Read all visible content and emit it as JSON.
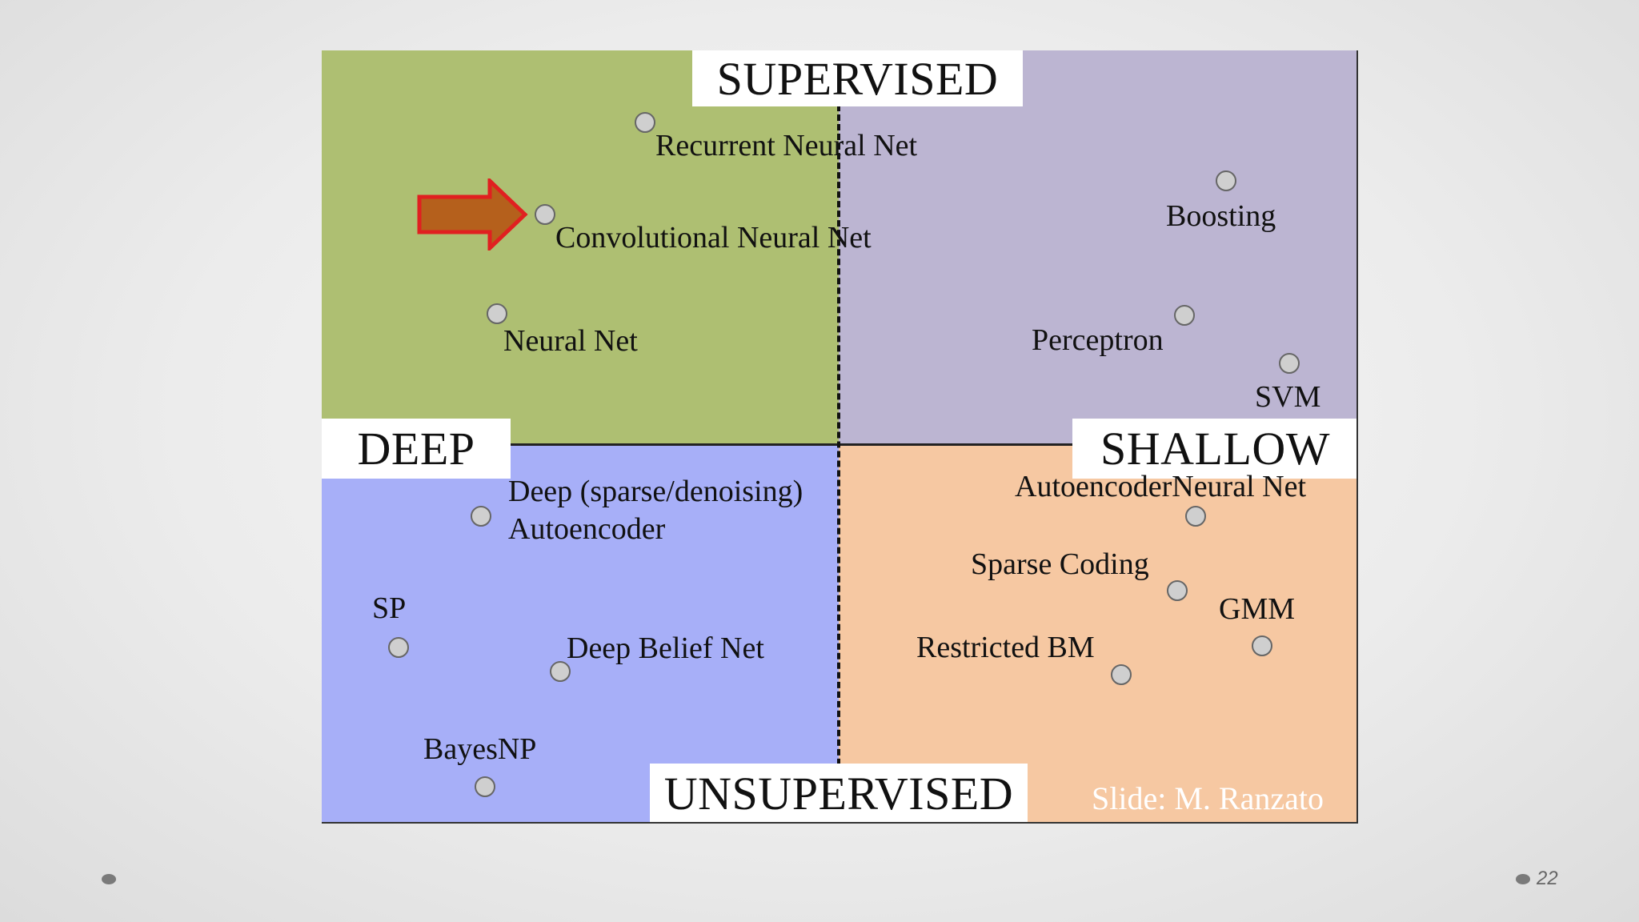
{
  "quadrant_colors": {
    "deep_supervised": "#aebf72",
    "shallow_supervised": "#bcb5d2",
    "deep_unsupervised": "#a7aff8",
    "shallow_unsupervised": "#f6c8a2"
  },
  "axes": {
    "top": "SUPERVISED",
    "bottom": "UNSUPERVISED",
    "left": "DEEP",
    "right": "SHALLOW"
  },
  "models": [
    {
      "id": "rnn",
      "label": "Recurrent Neural Net"
    },
    {
      "id": "cnn",
      "label": "Convolutional Neural Net"
    },
    {
      "id": "nn",
      "label": "Neural Net"
    },
    {
      "id": "boosting",
      "label": "Boosting"
    },
    {
      "id": "perceptron",
      "label": "Perceptron"
    },
    {
      "id": "svm",
      "label": "SVM"
    },
    {
      "id": "dae",
      "label_line1": "Deep (sparse/denoising)",
      "label_line2": "Autoencoder"
    },
    {
      "id": "sp",
      "label": "SP"
    },
    {
      "id": "dbn",
      "label": "Deep Belief Net"
    },
    {
      "id": "bayesnp",
      "label": "BayesNP"
    },
    {
      "id": "aenn",
      "label": "AutoencoderNeural Net"
    },
    {
      "id": "sparse",
      "label": "Sparse Coding"
    },
    {
      "id": "gmm",
      "label": "GMM"
    },
    {
      "id": "rbm",
      "label": "Restricted BM"
    }
  ],
  "highlight_arrow": {
    "icon": "right-arrow-icon",
    "fill": "#b5601c",
    "stroke": "#e02020"
  },
  "credit": "Slide: M. Ranzato",
  "page_number": "22"
}
